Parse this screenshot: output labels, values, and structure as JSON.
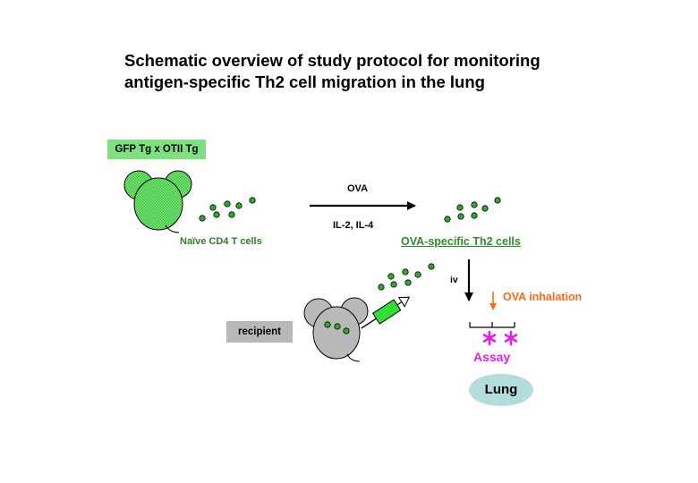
{
  "title": {
    "line1": "Schematic overview of study protocol for monitoring",
    "line2": "antigen-specific Th2 cell migration in the lung"
  },
  "donor_label": "GFP Tg x OTII Tg",
  "naive_label": "Naïve CD4 T cells",
  "arrow_top_label": "OVA",
  "arrow_bottom_label": "IL-2, IL-4",
  "th2_label": "OVA-specific Th2 cells",
  "iv_label": "iv",
  "inhalation_label": "OVA inhalation",
  "recipient_label": "recipient",
  "assay_label": "Assay",
  "lung_label": "Lung",
  "colors": {
    "green_cell": "#2eaa2e",
    "donor_mouse": "#5fe05f",
    "recipient_mouse": "#b9b9b9",
    "syringe": "#33dd33",
    "orange": "#ff6a1a",
    "magenta": "#e51ee5",
    "lung": "#b3dcdc",
    "label_green": "#2e8b2e"
  }
}
